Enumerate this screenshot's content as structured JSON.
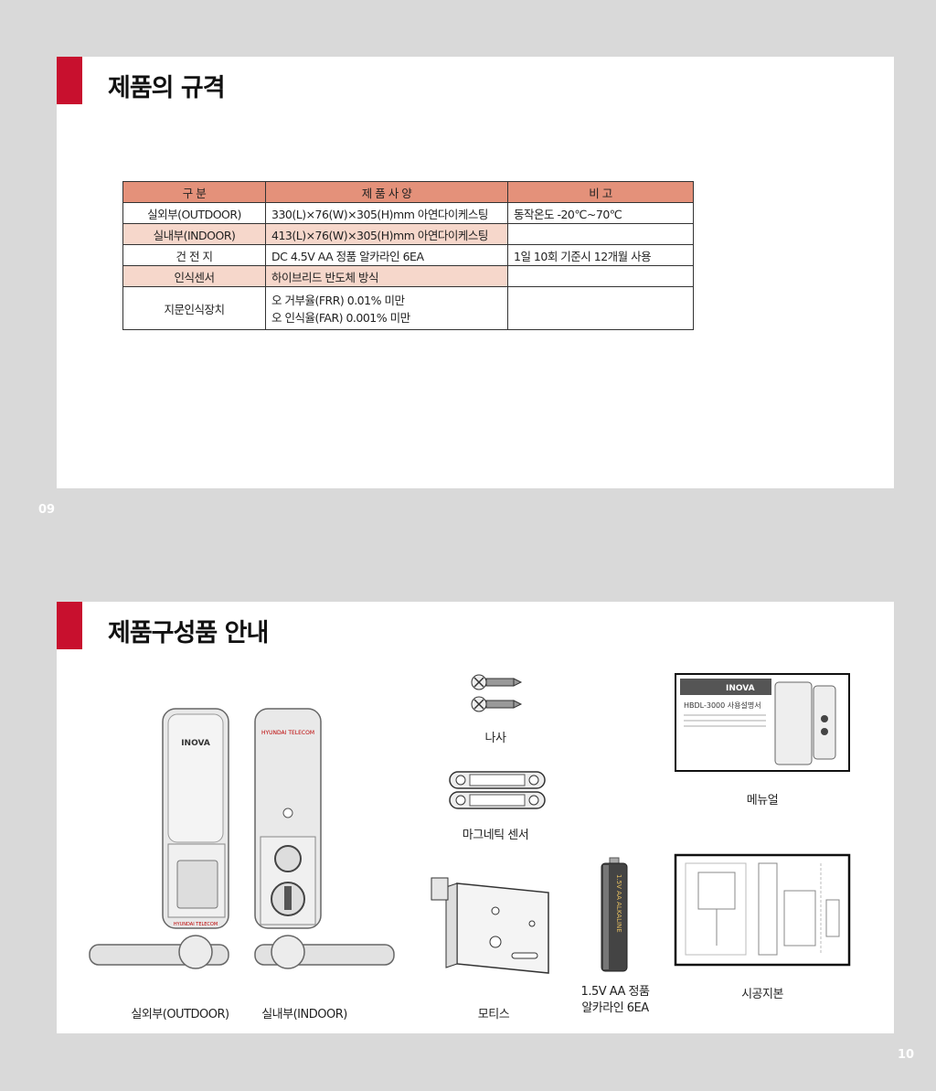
{
  "spec": {
    "title": "제품의 규격",
    "page_num": "09",
    "headers": [
      "구  분",
      "제 품 사 양",
      "비  고"
    ],
    "rows": [
      {
        "category": "실외부(OUTDOOR)",
        "spec": "330(L)×76(W)×305(H)mm 아연다이케스팅",
        "note": "동작온도 -20℃~70℃"
      },
      {
        "category": "실내부(INDOOR)",
        "spec": "413(L)×76(W)×305(H)mm 아연다이케스팅",
        "note": ""
      },
      {
        "category": "건 전 지",
        "spec": "DC 4.5V AA 정품 알카라인 6EA",
        "note": "1일 10회 기준시 12개월 사용"
      },
      {
        "category": "인식센서",
        "spec": "하이브리드 반도체 방식",
        "note": ""
      },
      {
        "category": "지문인식장치",
        "spec_lines": [
          "오 거부율(FRR) 0.01% 미만",
          "오 인식율(FAR) 0.001% 미만"
        ],
        "note": ""
      }
    ]
  },
  "components": {
    "title": "제품구성품 안내",
    "page_num": "10",
    "captions": {
      "outdoor": "실외부(OUTDOOR)",
      "indoor": "실내부(INDOOR)",
      "screw": "나사",
      "magnetic": "마그네틱 센서",
      "mortise": "모티스",
      "battery_line1": "1.5V  AA 정품",
      "battery_line2": "알카라인 6EA",
      "manual": "메뉴얼",
      "template": "시공지본"
    },
    "device_labels": {
      "brand": "INOVA",
      "maker": "HYUNDAI TELECOM",
      "manual_title": "HBDL-3000 사용설명서",
      "battery_label": "1.5V AA ALKALINE"
    }
  },
  "colors": {
    "accent_red": "#c8102e",
    "table_header": "#e4917a",
    "table_row_pink": "#f6d7cb",
    "page_bg": "#d9d9d9"
  }
}
